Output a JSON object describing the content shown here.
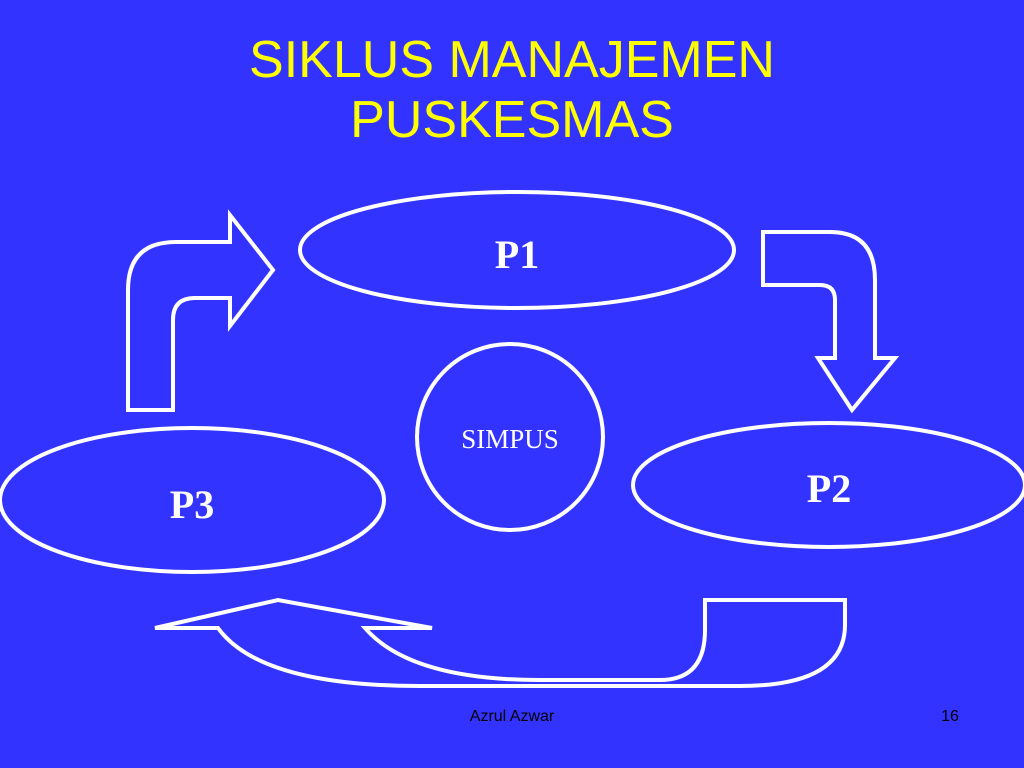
{
  "slide": {
    "title_line1": "SIKLUS MANAJEMEN",
    "title_line2": "PUSKESMAS",
    "footer_author": "Azrul Azwar",
    "page_number": "16"
  },
  "nodes": {
    "p1": "P1",
    "p2": "P2",
    "p3": "P3",
    "center": "SIMPUS"
  },
  "colors": {
    "background": "#3333ff",
    "title": "#ffff00",
    "shape_stroke": "#ffffff",
    "label": "#ffffff"
  }
}
